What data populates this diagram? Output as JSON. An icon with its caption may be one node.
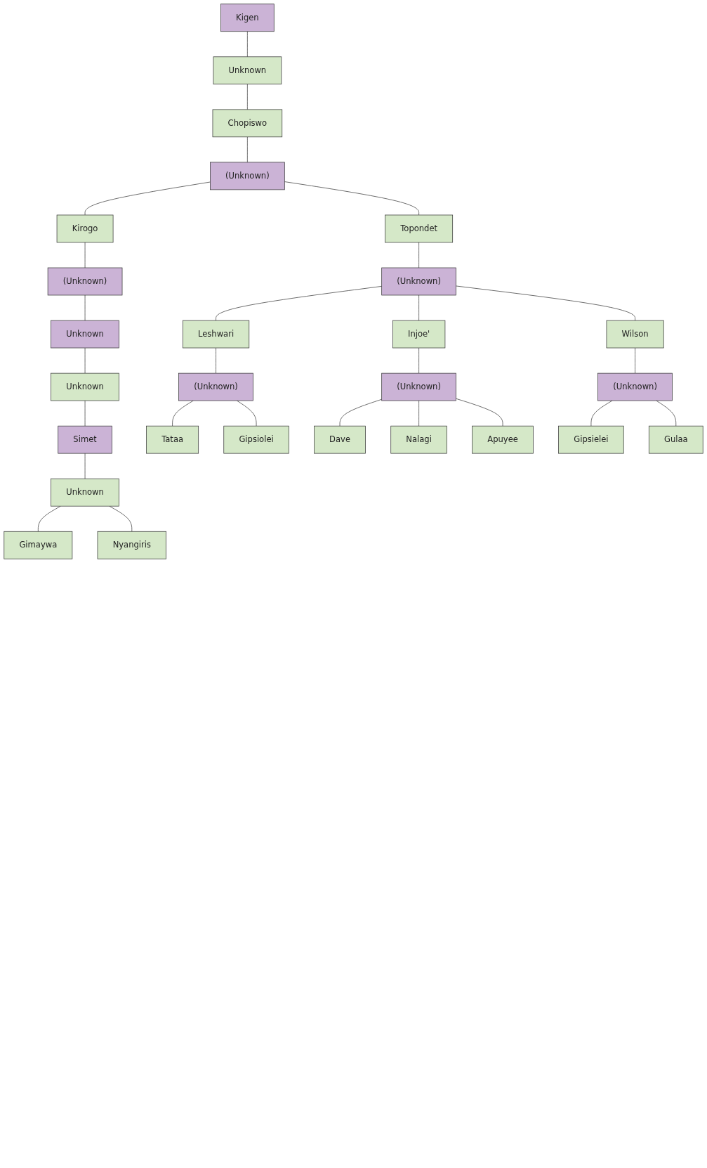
{
  "diagram": {
    "nodes": [
      {
        "text": [
          "Kigen"
        ]
      },
      {
        "text": [
          "Unknown"
        ]
      },
      {
        "text": [
          "Chopiswo"
        ]
      },
      {
        "text": [
          "(Unknown)"
        ]
      },
      {
        "text": [
          "Kirogo"
        ]
      },
      {
        "text": [
          "(Unknown)"
        ]
      },
      {
        "text": [
          "Topondet"
        ]
      },
      {
        "text": [
          "(Unknown)"
        ]
      },
      {
        "text": [
          "Unknown"
        ]
      },
      {
        "text": [
          "Unknown"
        ]
      },
      {
        "text": [
          "Leshwari"
        ]
      },
      {
        "text": [
          "(Unknown)"
        ]
      },
      {
        "text": [
          "Injoe'"
        ]
      },
      {
        "text": [
          "(Unknown)"
        ]
      },
      {
        "text": [
          "Wilson"
        ]
      },
      {
        "text": [
          "(Unknown)"
        ]
      },
      {
        "text": [
          "Simet"
        ]
      },
      {
        "text": [
          "Unknown"
        ]
      },
      {
        "text": [
          "Tataa"
        ]
      },
      {
        "text": [
          "Gipsiolei"
        ]
      },
      {
        "text": [
          "Dave"
        ]
      },
      {
        "text": [
          "Nalagi"
        ]
      },
      {
        "text": [
          "Apuyee"
        ]
      },
      {
        "text": [
          "Gipsielei"
        ]
      },
      {
        "text": [
          "Gulaa"
        ]
      },
      {
        "text": [
          "Gimaywa"
        ]
      },
      {
        "text": [
          "Nyangiris"
        ]
      }
    ],
    "edges": [
      {
        "from": 0,
        "to": 1,
        "arrow": "none"
      },
      {
        "from": 1,
        "to": 2,
        "arrow": "none"
      },
      {
        "from": 2,
        "to": 3,
        "arrow": "none"
      },
      {
        "from": 3,
        "to": 4,
        "arrow": "none"
      },
      {
        "from": 3,
        "to": 6,
        "arrow": "none"
      },
      {
        "from": 4,
        "to": 5,
        "arrow": "none"
      },
      {
        "from": 6,
        "to": 7,
        "arrow": "none"
      },
      {
        "from": 5,
        "to": 8,
        "arrow": "none"
      },
      {
        "from": 7,
        "to": 10,
        "arrow": "none"
      },
      {
        "from": 7,
        "to": 12,
        "arrow": "none"
      },
      {
        "from": 7,
        "to": 14,
        "arrow": "none"
      },
      {
        "from": 8,
        "to": 9,
        "arrow": "none"
      },
      {
        "from": 10,
        "to": 11,
        "arrow": "none"
      },
      {
        "from": 12,
        "to": 13,
        "arrow": "none"
      },
      {
        "from": 14,
        "to": 15,
        "arrow": "none"
      },
      {
        "from": 9,
        "to": 16,
        "arrow": "none"
      },
      {
        "from": 11,
        "to": 18,
        "arrow": "none"
      },
      {
        "from": 11,
        "to": 19,
        "arrow": "none"
      },
      {
        "from": 13,
        "to": 20,
        "arrow": "none"
      },
      {
        "from": 13,
        "to": 21,
        "arrow": "none"
      },
      {
        "from": 13,
        "to": 22,
        "arrow": "none"
      },
      {
        "from": 15,
        "to": 23,
        "arrow": "none"
      },
      {
        "from": 15,
        "to": 24,
        "arrow": "none"
      },
      {
        "from": 16,
        "to": 17,
        "arrow": "none"
      },
      {
        "from": 17,
        "to": 25,
        "arrow": "none"
      },
      {
        "from": 17,
        "to": 26,
        "arrow": "none"
      }
    ]
  }
}
